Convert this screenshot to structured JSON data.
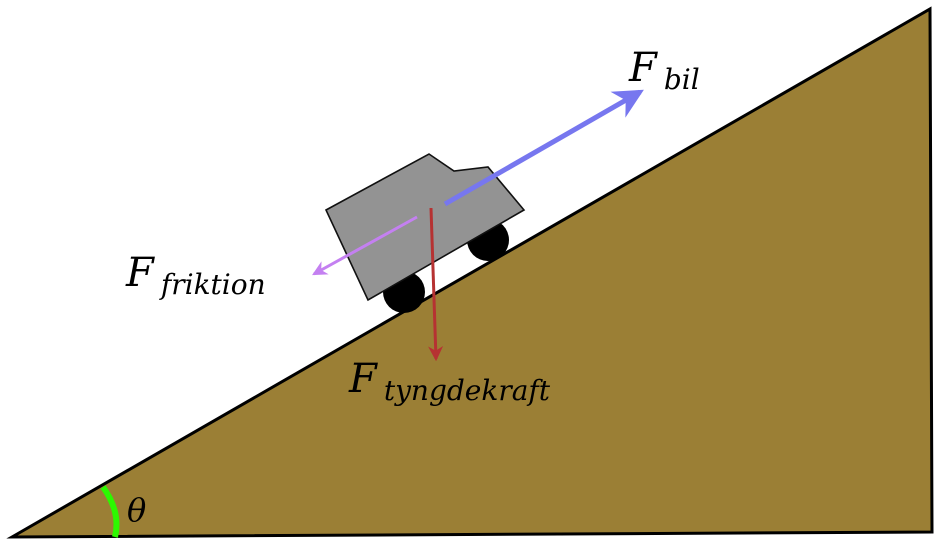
{
  "labels": {
    "car_force": {
      "main": "F",
      "sub": "bil"
    },
    "friction_force": {
      "main": "F",
      "sub": "friktion"
    },
    "gravity_force": {
      "main": "F",
      "sub": "tyngdekraft"
    },
    "angle": "θ"
  },
  "colors": {
    "ground": "#9b7f35",
    "outline": "#000000",
    "car_body": "#939393",
    "wheel": "#000000",
    "car_force_arrow": "#7777ef",
    "friction_arrow": "#c480f1",
    "gravity_arrow": "#b63232",
    "angle_arc": "#2cf900"
  }
}
